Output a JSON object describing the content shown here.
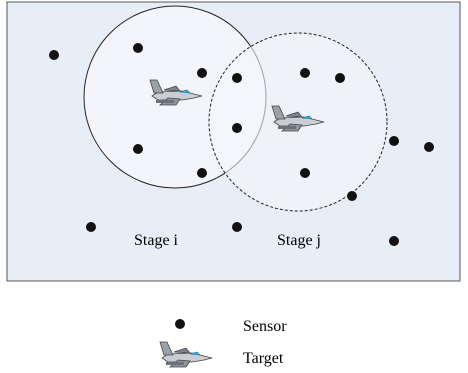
{
  "labels": {
    "stage_i": "Stage i",
    "stage_j": "Stage j"
  },
  "legend": {
    "sensor": "Sensor",
    "target": "Target"
  },
  "colors": {
    "field_background": "#e8eef8",
    "field_border": "#555555",
    "sensor": "#111111",
    "circle_fill": "#f4f6fa"
  },
  "icons": {
    "sensor": "filled-dot",
    "target": "fighter-jet"
  }
}
